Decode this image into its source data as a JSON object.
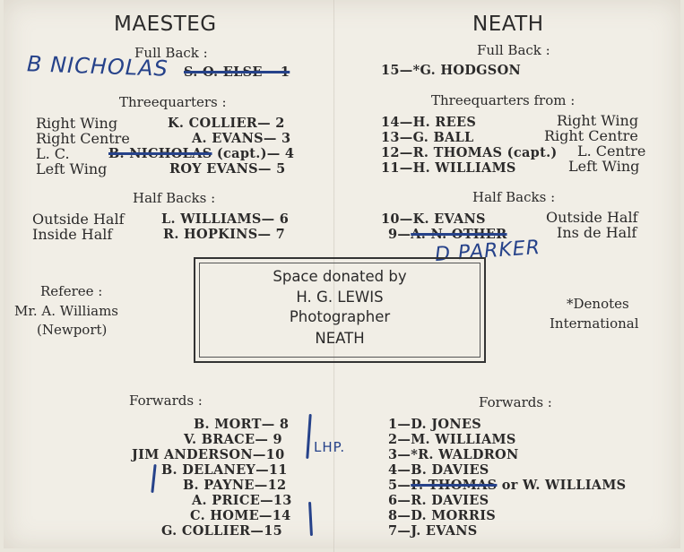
{
  "left": {
    "team": "MAESTEG",
    "full_back_heading": "Full Back :",
    "full_back": "S. O. ELSE— 1",
    "threequarters_heading": "Threequarters :",
    "threequarters": [
      {
        "position": "Right Wing",
        "player": "K. COLLIER— 2"
      },
      {
        "position": "Right Centre",
        "player": "A. EVANS— 3"
      },
      {
        "position": "L. C.",
        "player_struck": "B. NICHOLAS",
        "player_rest": " (capt.)— 4"
      },
      {
        "position": "Left Wing",
        "player": "ROY EVANS— 5"
      }
    ],
    "half_backs_heading": "Half Backs :",
    "half_backs": [
      {
        "position": "Outside Half",
        "player": "L. WILLIAMS— 6"
      },
      {
        "position": "Inside Half",
        "player": "R. HOPKINS— 7"
      }
    ],
    "referee_heading": "Referee :",
    "referee_name": "Mr. A. Williams",
    "referee_club": "(Newport)",
    "forwards_heading": "Forwards :",
    "forwards": [
      "B. MORT— 8",
      "V. BRACE— 9",
      "JIM ANDERSON—10",
      "B. DELANEY—11",
      "B. PAYNE—12",
      "A. PRICE—13",
      "C. HOME—14",
      "G. COLLIER—15"
    ]
  },
  "right": {
    "team": "NEATH",
    "full_back_heading": "Full Back :",
    "full_back": "15—*G. HODGSON",
    "threequarters_heading": "Threequarters from :",
    "threequarters": [
      {
        "player": "14—H. REES",
        "position": "Right Wing"
      },
      {
        "player": "13—G. BALL",
        "position": "Right Centre"
      },
      {
        "player": "12—R. THOMAS (capt.)",
        "position": "L. Centre"
      },
      {
        "player": "11—H. WILLIAMS",
        "position": "Left Wing"
      }
    ],
    "half_backs_heading": "Half Backs :",
    "half_backs": [
      {
        "player": "10—K. EVANS",
        "position": "Outside Half"
      },
      {
        "player_prefix": "9—",
        "player_struck": "A. N. OTHER",
        "position": "Ins de Half"
      }
    ],
    "international_note_1": "*Denotes",
    "international_note_2": "International",
    "forwards_heading": "Forwards :",
    "forwards": [
      {
        "text": "1—D. JONES"
      },
      {
        "text": "2—M. WILLIAMS"
      },
      {
        "text": "3—*R. WALDRON"
      },
      {
        "text": "4—B. DAVIES"
      },
      {
        "prefix": "5—",
        "struck": "P. THOMAS",
        "rest": " or W. WILLIAMS"
      },
      {
        "text": "6—R. DAVIES"
      },
      {
        "text": "8—D. MORRIS"
      },
      {
        "text": "7—J. EVANS"
      }
    ]
  },
  "advert": {
    "line1": "Space donated by",
    "line2": "H. G. LEWIS",
    "line3": "Photographer",
    "line4": "NEATH"
  },
  "handwriting": {
    "full_back_note": "B NICHOLAS",
    "scrum_half_note": "D PARKER",
    "forwards_note": "LHP."
  },
  "colors": {
    "paper": "#f1eee6",
    "ink": "#2b2a2a",
    "pen": "#26428a"
  }
}
